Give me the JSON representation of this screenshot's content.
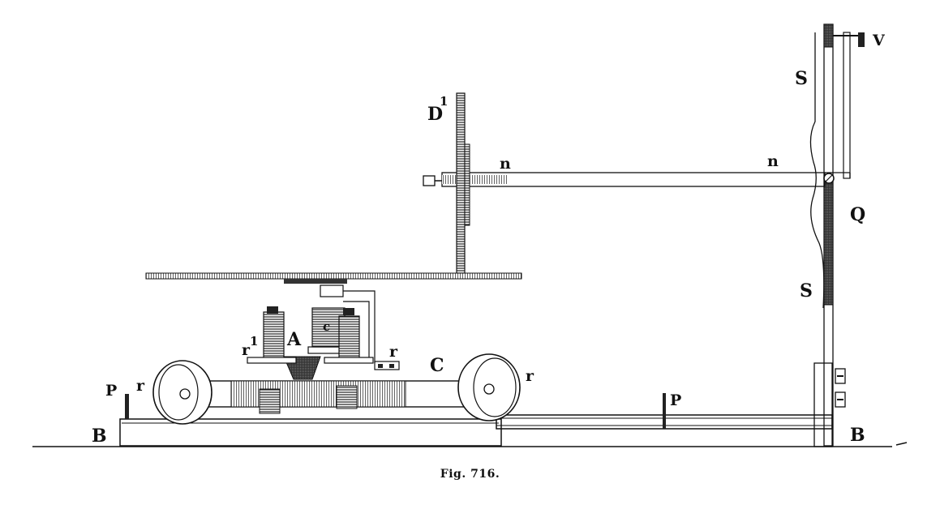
{
  "figure": {
    "caption": "Fig. 716.",
    "labels": {
      "D1_base": "D",
      "D1_sup": "1",
      "n_left": "n",
      "n_right": "n",
      "S_top": "S",
      "S_bottom": "S",
      "V": "V",
      "Q": "Q",
      "A": "A",
      "c": "c",
      "C": "C",
      "r_left_small": "r",
      "r1_base": "r",
      "r1_sup": "1",
      "r_mid": "r",
      "r_right_wheel": "r",
      "P_left": "P",
      "P_right": "P",
      "B_left": "B",
      "B_right": "B"
    }
  }
}
